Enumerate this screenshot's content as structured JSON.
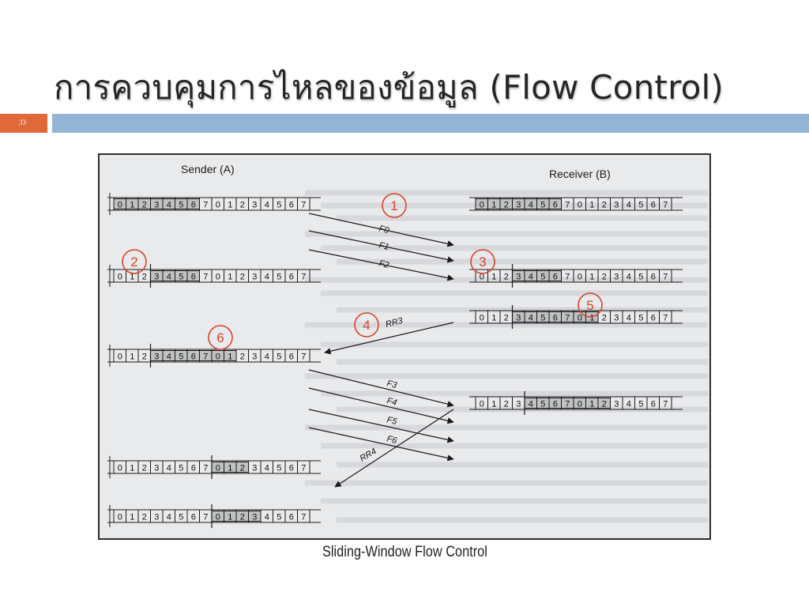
{
  "slide": {
    "title": "การควบคุมการไหลของข้อมูล (Flow Control)",
    "number": "33",
    "caption": "Sliding-Window Flow Control"
  },
  "figure": {
    "sender_label": "Sender (A)",
    "receiver_label": "Receiver (B)",
    "sequence": [
      "0",
      "1",
      "2",
      "3",
      "4",
      "5",
      "6",
      "7",
      "0",
      "1",
      "2",
      "3",
      "4",
      "5",
      "6",
      "7"
    ],
    "step_labels": [
      "1",
      "2",
      "3",
      "4",
      "5",
      "6"
    ],
    "messages": [
      "F0",
      "F1",
      "F2",
      "RR3",
      "F3",
      "F4",
      "F5",
      "F6",
      "RR4"
    ],
    "colors": {
      "circle": "#d9432c",
      "figure_bg": "#e9eaeb",
      "line": "#1a1a1a"
    }
  }
}
